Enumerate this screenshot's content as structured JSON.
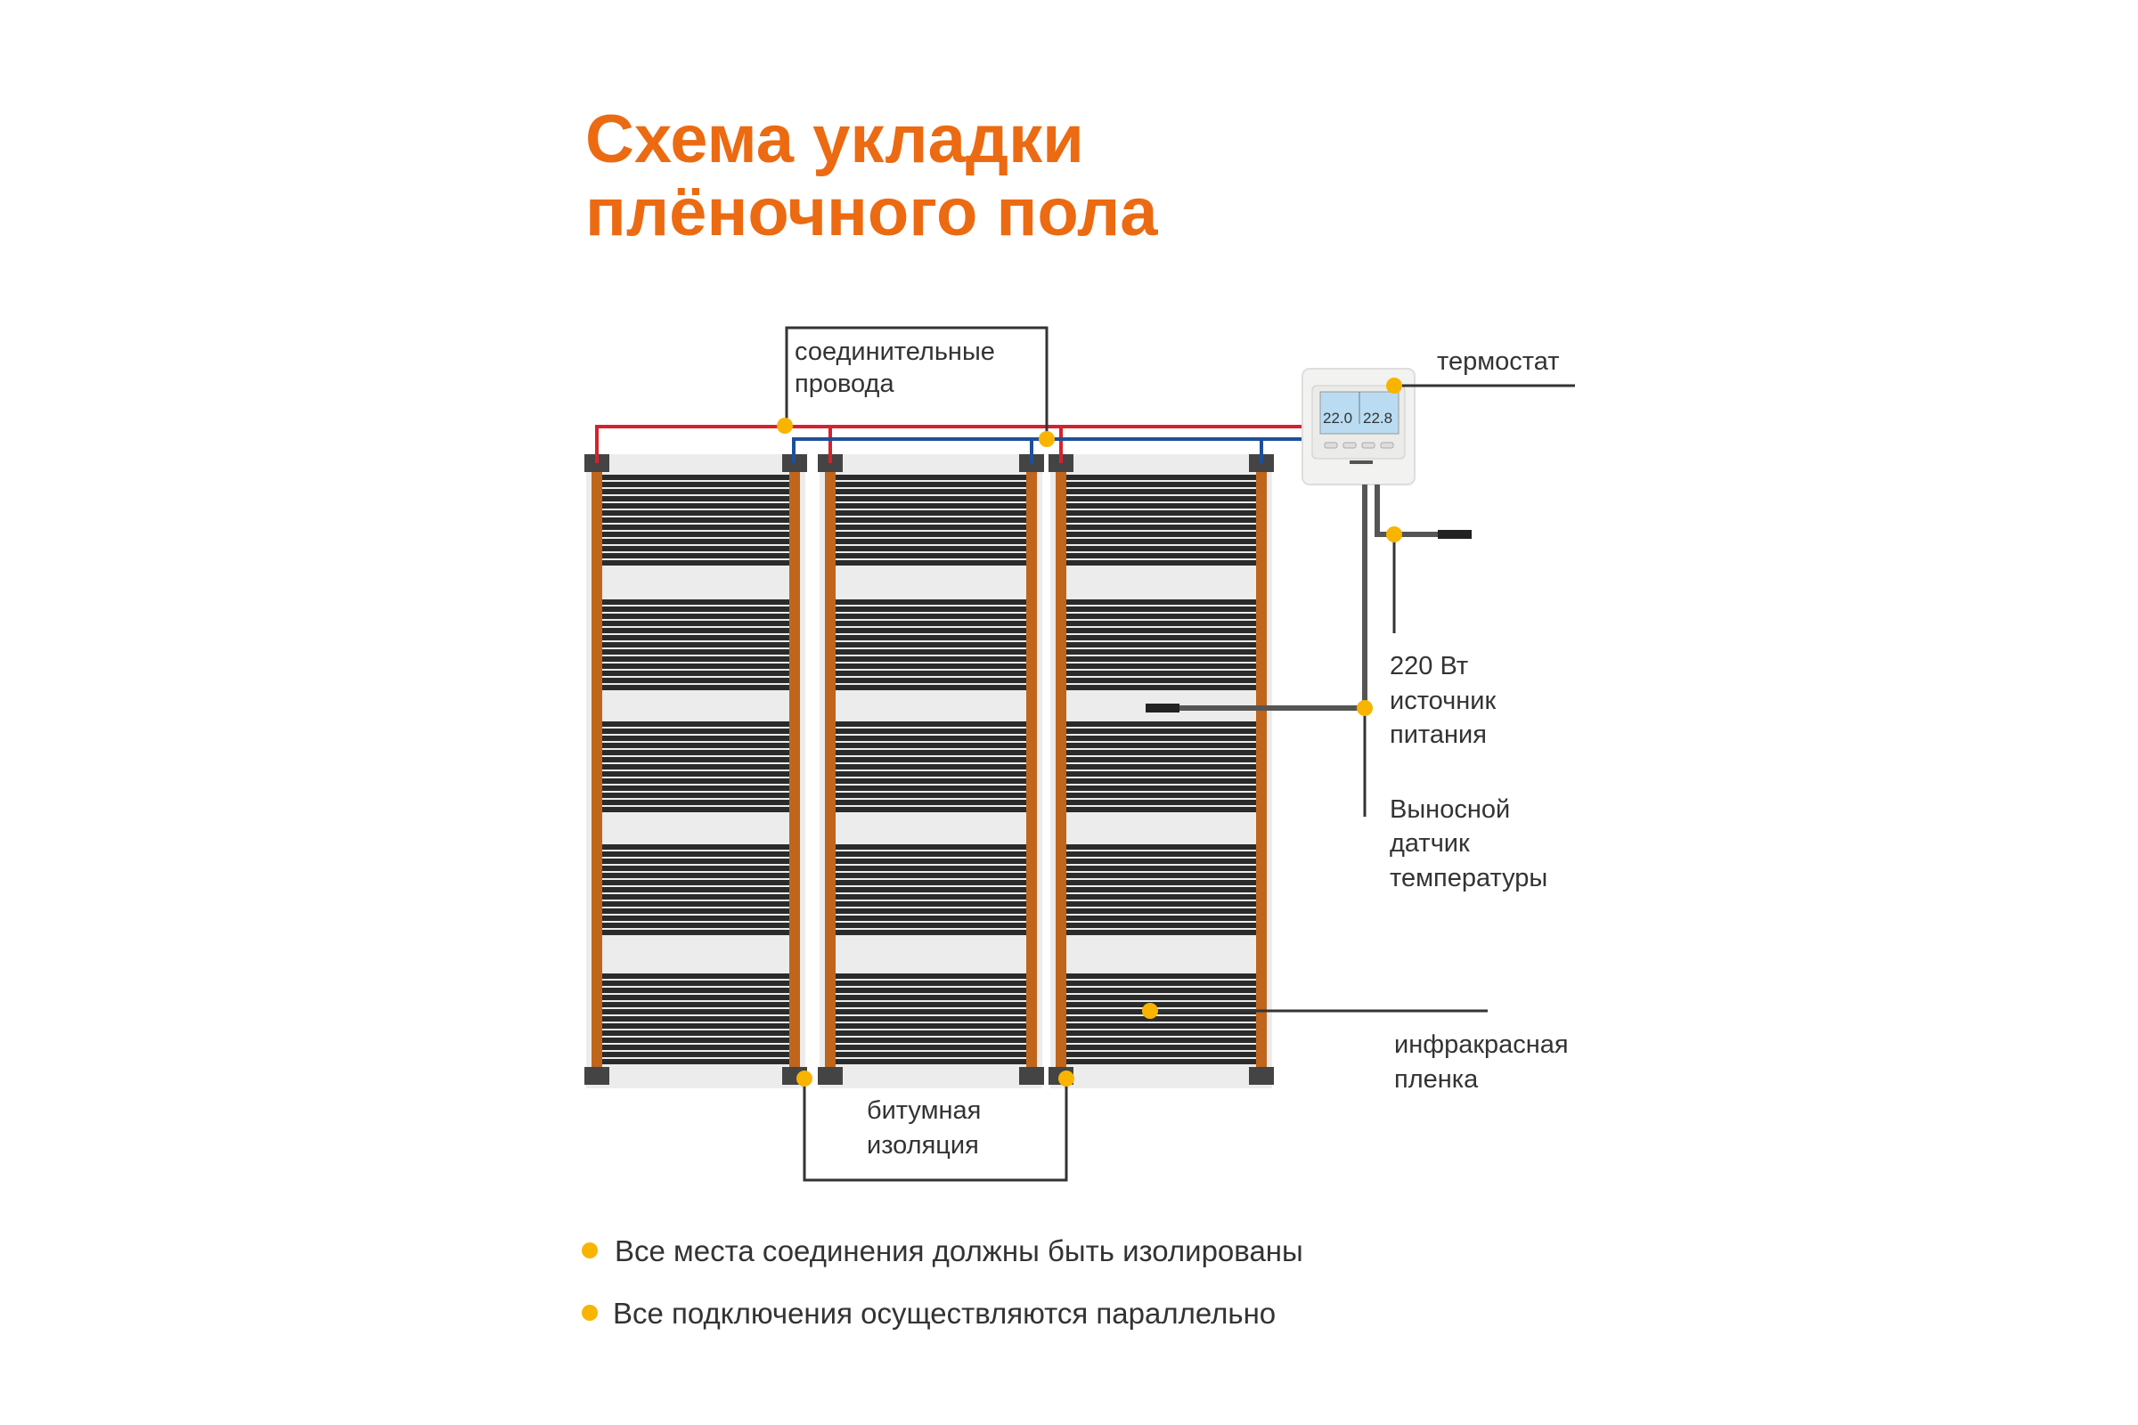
{
  "title": {
    "line1": "Схема укладки",
    "line2": "плёночного пола"
  },
  "labels": {
    "wires": [
      "соединительные",
      "провода"
    ],
    "thermostat": "термостат",
    "power": [
      "220 Вт",
      "источник",
      "питания"
    ],
    "sensor": [
      "Выносной",
      "датчик",
      "температуры"
    ],
    "film": [
      "инфракрасная",
      "пленка"
    ],
    "insulation": [
      "битумная",
      "изоляция"
    ]
  },
  "thermostat_display": {
    "left": "22.0",
    "right": "22.8"
  },
  "notes": [
    "Все места соединения должны быть изолированы",
    "Все подключения осуществляются параллельно"
  ],
  "colors": {
    "accent": "#ec6a12",
    "dot": "#f9b400",
    "red": "#d3232f",
    "blue": "#1f4f9a",
    "copper": "#c0651c",
    "stripe": "#2b2b2b"
  }
}
